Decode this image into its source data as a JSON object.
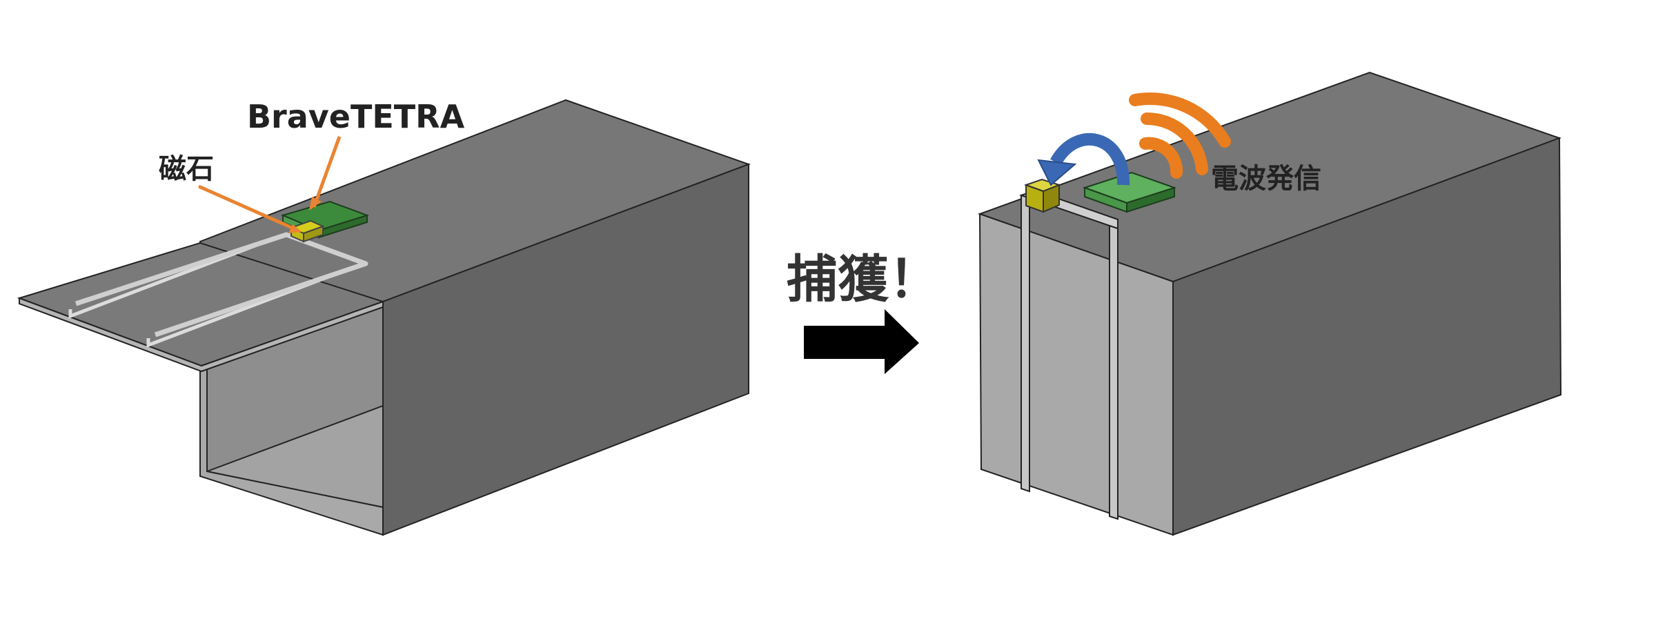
{
  "labels": {
    "device": "BraveTETRA",
    "magnet": "磁石",
    "captured": "捕獲！",
    "transmit": "電波発信"
  },
  "colors": {
    "box_top": "#777777",
    "box_front": "#646464",
    "box_light": "#a9a9a9",
    "device_green": "#3c8a3c",
    "magnet_yellow": "#b8b010",
    "leader_orange": "#e98432",
    "wave_orange": "#ea7d1e",
    "curve_blue": "#3a68b4",
    "arrow_black": "#000000"
  }
}
